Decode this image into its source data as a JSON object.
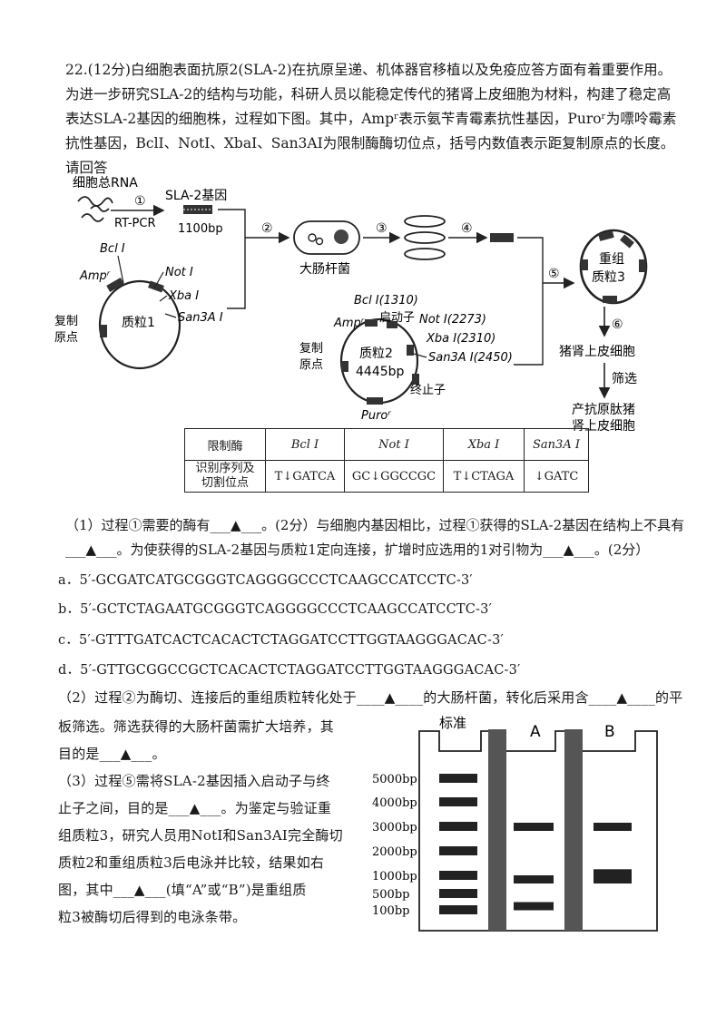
{
  "question": {
    "intro": "22.(12分)白细胞表面抗原2(SLA-2)在抗原呈递、机体器官移植以及免疫应答方面有着重要作用。为进一步研究SLA-2的结构与功能，科研人员以能稳定传代的猪肾上皮细胞为材料，构建了稳定高表达SLA-2基因的细胞株，过程如下图。其中，Ampʳ表示氨苄青霉素抗性基因，Puroʳ为嘌呤霉素抗性基因，BclI、NotI、XbaI、San3AI为限制酶酶切位点，括号内数值表示距复制原点的长度。请回答"
  },
  "diagram": {
    "total_rna": "细胞总RNA",
    "step1": "①",
    "rtpcr": "RT-PCR",
    "gene_label": "SLA-2基因",
    "gene_len": "1100bp",
    "step2": "②",
    "step3": "③",
    "step4": "④",
    "step5": "⑤",
    "step6": "⑥",
    "ecoli": "大肠杆菌",
    "plasmid1": {
      "name": "质粒1",
      "ori": [
        "复制",
        "原点"
      ],
      "bcl": "Bcl I",
      "amp": "Ampʳ",
      "not": "Not I",
      "xba": "Xba I",
      "san": "San3A I"
    },
    "plasmid2": {
      "name": "质粒2",
      "size": "4445bp",
      "ori": [
        "复制",
        "原点"
      ],
      "bcl": "Bcl I(1310)",
      "promoter": "启动子",
      "not": "Not I(2273)",
      "xba": "Xba I(2310)",
      "san": "San3A I(2450)",
      "amp": "Ampʳ",
      "terminator": "终止子",
      "puro": "Puroʳ"
    },
    "plasmid3": {
      "name1": "重组",
      "name2": "质粒3"
    },
    "cells": "猪肾上皮细胞",
    "screen": "筛选",
    "result": [
      "产抗原肽猪",
      "肾上皮细胞"
    ]
  },
  "enzyme_table": {
    "header": [
      "限制酶",
      "Bcl I",
      "Not I",
      "Xba I",
      "San3A I"
    ],
    "row_label": [
      "识别序列及",
      "切割位点"
    ],
    "sites": [
      "T↓GATCA",
      "GC↓GGCCGC",
      "T↓CTAGA",
      "↓GATC"
    ]
  },
  "q1": {
    "text": "（1）过程①需要的酶有___▲___。(2分）与细胞内基因相比，过程①获得的SLA-2基因在结构上不具有___▲___。为使获得的SLA-2基因与质粒1定向连接，扩增时应选用的1对引物为___▲___。(2分）",
    "options": [
      "a．5′-GCGATCATGCGGGTCAGGGGCCCTCAAGCCATCCTC-3′",
      "b．5′-GCTCTAGAATGCGGGTCAGGGGCCCTCAAGCCATCCTC-3′",
      "c．5′-GTTTGATCACTCACACTCTAGGATCCTTGGTAAGGGACAC-3′",
      "d．5′-GTTGCGGCCGCTCACACTCTAGGATCCTTGGTAAGGGACAC-3′"
    ]
  },
  "q2": {
    "line1": "（2）过程②为酶切、连接后的重组质粒转化处于____▲____的大肠杆菌，转化后采用含____▲____的平",
    "line2": "板筛选。筛选获得的大肠杆菌需扩大培养，其",
    "line3": "目的是___▲___。"
  },
  "q3": {
    "lines": [
      "（3）过程⑤需将SLA-2基因插入启动子与终",
      "止子之间，目的是___▲___。为鉴定与验证重",
      "组质粒3，研究人员用NotI和San3AI完全酶切",
      "质粒2和重组质粒3后电泳并比较，结果如右",
      "图，其中___▲___(填“A”或“B”)是重组质",
      "粒3被酶切后得到的电泳条带。"
    ]
  },
  "gel": {
    "lane_labels": [
      "标准",
      "A",
      "B"
    ],
    "markers": [
      "5000bp",
      "4000bp",
      "3000bp",
      "2000bp",
      "1000bp",
      "500bp",
      "100bp"
    ],
    "marker_sizes": [
      5000,
      4000,
      3000,
      2000,
      1000,
      500,
      100
    ],
    "lane_a_bands": [
      3000,
      900,
      200
    ],
    "lane_b_bands": [
      3000,
      1100,
      900
    ]
  }
}
